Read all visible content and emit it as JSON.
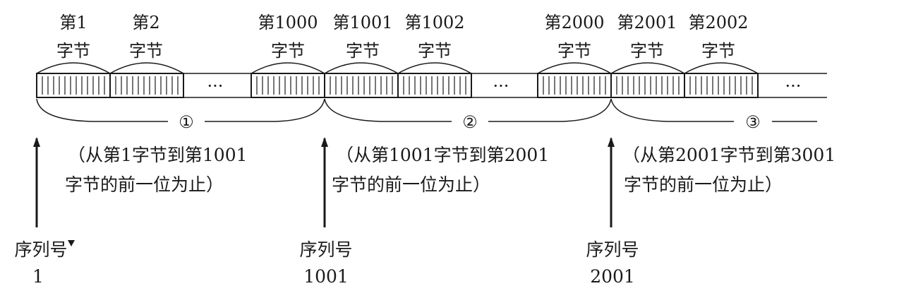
{
  "diagram": {
    "byte_labels": [
      {
        "line1": "第1",
        "line2": "字节"
      },
      {
        "line1": "第2",
        "line2": "字节"
      },
      {
        "line1": "第1000",
        "line2": "字节"
      },
      {
        "line1": "第1001",
        "line2": "字节"
      },
      {
        "line1": "第1002",
        "line2": "字节"
      },
      {
        "line1": "第2000",
        "line2": "字节"
      },
      {
        "line1": "第2001",
        "line2": "字节"
      },
      {
        "line1": "第2002",
        "line2": "字节"
      }
    ],
    "ellipsis": "···",
    "segments": [
      {
        "marker": "①",
        "desc_line1": "（从第1字节到第1001",
        "desc_line2": "字节的前一位为止）"
      },
      {
        "marker": "②",
        "desc_line1": "（从第1001字节到第2001",
        "desc_line2": "字节的前一位为止）"
      },
      {
        "marker": "③",
        "desc_line1": "（从第2001字节到第3001",
        "desc_line2": "字节的前一位为止）"
      }
    ],
    "sequence_numbers": [
      {
        "label": "序列号",
        "value": "1"
      },
      {
        "label": "序列号",
        "value": "1001"
      },
      {
        "label": "序列号",
        "value": "2001"
      }
    ]
  }
}
